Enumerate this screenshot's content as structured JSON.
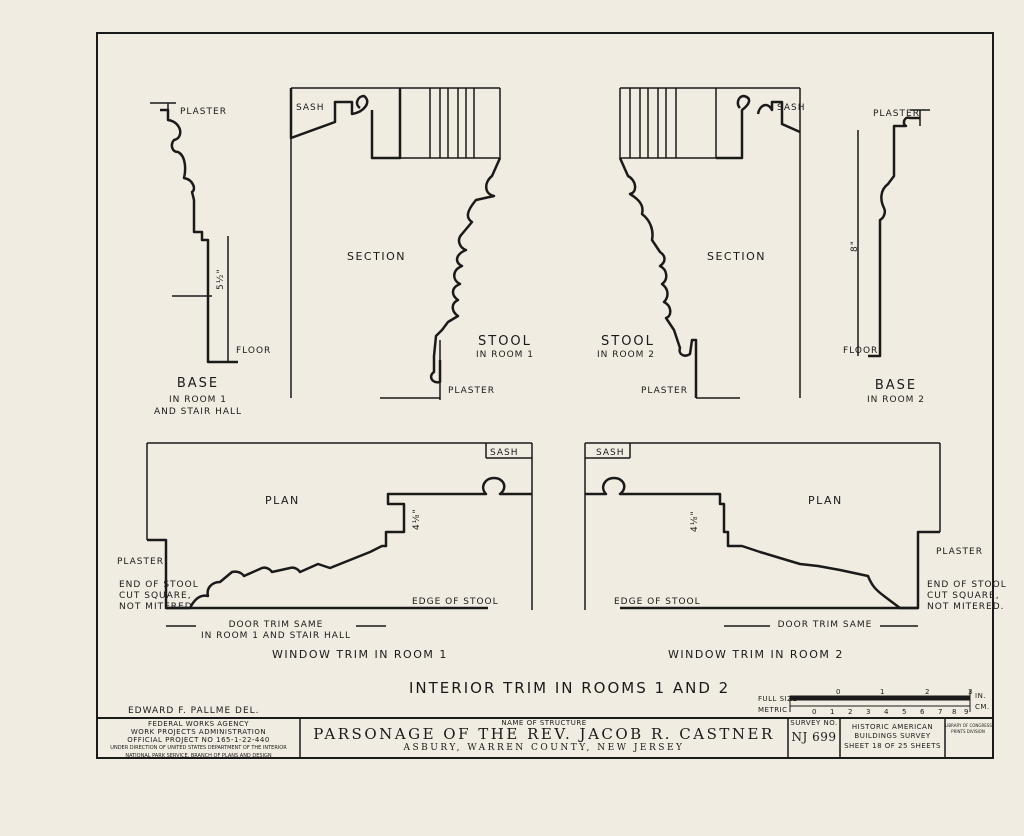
{
  "drawing": {
    "base_left": {
      "title": "BASE",
      "sub1": "IN ROOM 1",
      "sub2": "AND STAIR HALL",
      "plaster": "PLASTER",
      "floor": "FLOOR",
      "dim": "5½\""
    },
    "stool_left": {
      "sash": "SASH",
      "section": "SECTION",
      "title": "STOOL",
      "sub": "IN ROOM 1",
      "plaster": "PLASTER"
    },
    "stool_right": {
      "sash": "SASH",
      "section": "SECTION",
      "title": "STOOL",
      "sub": "IN ROOM 2",
      "plaster": "PLASTER"
    },
    "base_right": {
      "title": "BASE",
      "sub": "IN ROOM 2",
      "plaster": "PLASTER",
      "floor": "FLOOR",
      "dim": "8\""
    },
    "plan_left": {
      "plan": "PLAN",
      "sash": "SASH",
      "dim": "4⅛\"",
      "plaster": "PLASTER",
      "end1": "END OF STOOL",
      "end2": "CUT SQUARE,",
      "end3": "NOT MITERED.",
      "edge": "EDGE OF STOOL",
      "door1": "DOOR TRIM SAME",
      "door2": "IN ROOM 1 AND STAIR HALL",
      "caption": "WINDOW TRIM IN ROOM 1"
    },
    "plan_right": {
      "plan": "PLAN",
      "sash": "SASH",
      "dim": "4⅛\"",
      "plaster": "PLASTER",
      "end1": "END OF STOOL",
      "end2": "CUT SQUARE,",
      "end3": "NOT MITERED.",
      "edge": "EDGE OF STOOL",
      "door1": "DOOR TRIM SAME",
      "caption": "WINDOW TRIM IN ROOM 2"
    },
    "main_caption": "INTERIOR TRIM IN ROOMS 1 AND 2",
    "delineator": "EDWARD F. PALLME  DEL.",
    "scale": {
      "full_size": "FULL SIZE",
      "metric": "METRIC",
      "in": "IN.",
      "cm": "CM.",
      "in_ticks": [
        "0",
        "1",
        "2",
        "3"
      ],
      "cm_ticks": [
        "0",
        "1",
        "2",
        "3",
        "4",
        "5",
        "6",
        "7",
        "8",
        "9"
      ]
    }
  },
  "title_block": {
    "agency": [
      "FEDERAL WORKS AGENCY",
      "WORK PROJECTS ADMINISTRATION",
      "OFFICIAL PROJECT NO 165-1-22-440",
      "UNDER DIRECTION OF UNITED STATES DEPARTMENT OF THE INTERIOR",
      "NATIONAL PARK SERVICE, BRANCH OF PLANS AND DESIGN"
    ],
    "name_label": "NAME OF STRUCTURE",
    "name": "PARSONAGE OF THE REV. JACOB R. CASTNER",
    "location": "ASBURY,  WARREN COUNTY,  NEW JERSEY",
    "survey_label": "SURVEY NO.",
    "survey_no": "NJ 699",
    "habs1": "HISTORIC AMERICAN",
    "habs2": "BUILDINGS SURVEY",
    "sheet": "SHEET 18 OF 25 SHEETS",
    "loc1": "LIBRARY OF CONGRESS",
    "loc2": "PRINTS DIVISION"
  }
}
